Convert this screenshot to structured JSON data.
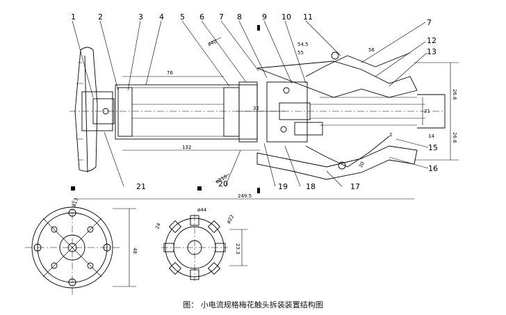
{
  "part_numbers": [
    "1",
    "2",
    "3",
    "4",
    "5",
    "6",
    "7",
    "8",
    "9",
    "10",
    "11",
    "7",
    "12",
    "13",
    "21",
    "20",
    "19",
    "18",
    "17",
    "16",
    "15"
  ],
  "dimensions": {
    "d76": "76",
    "d132": "132",
    "d32": "32",
    "d249": "249.5",
    "d56": "56",
    "d21a": "21",
    "d26a": "26.6",
    "d26b": "26.6",
    "d14": "14",
    "d55": "55",
    "d54": "54.5",
    "d210": "ø210",
    "d40": "ø40",
    "d48": "48",
    "d44": "ø44",
    "d24": "24",
    "d22": "ø22",
    "d23": "23.3",
    "d13": "ø13",
    "d30": "30",
    "d2": "2"
  },
  "caption": "图： 小电流规格梅花触头拆装装置结构图"
}
